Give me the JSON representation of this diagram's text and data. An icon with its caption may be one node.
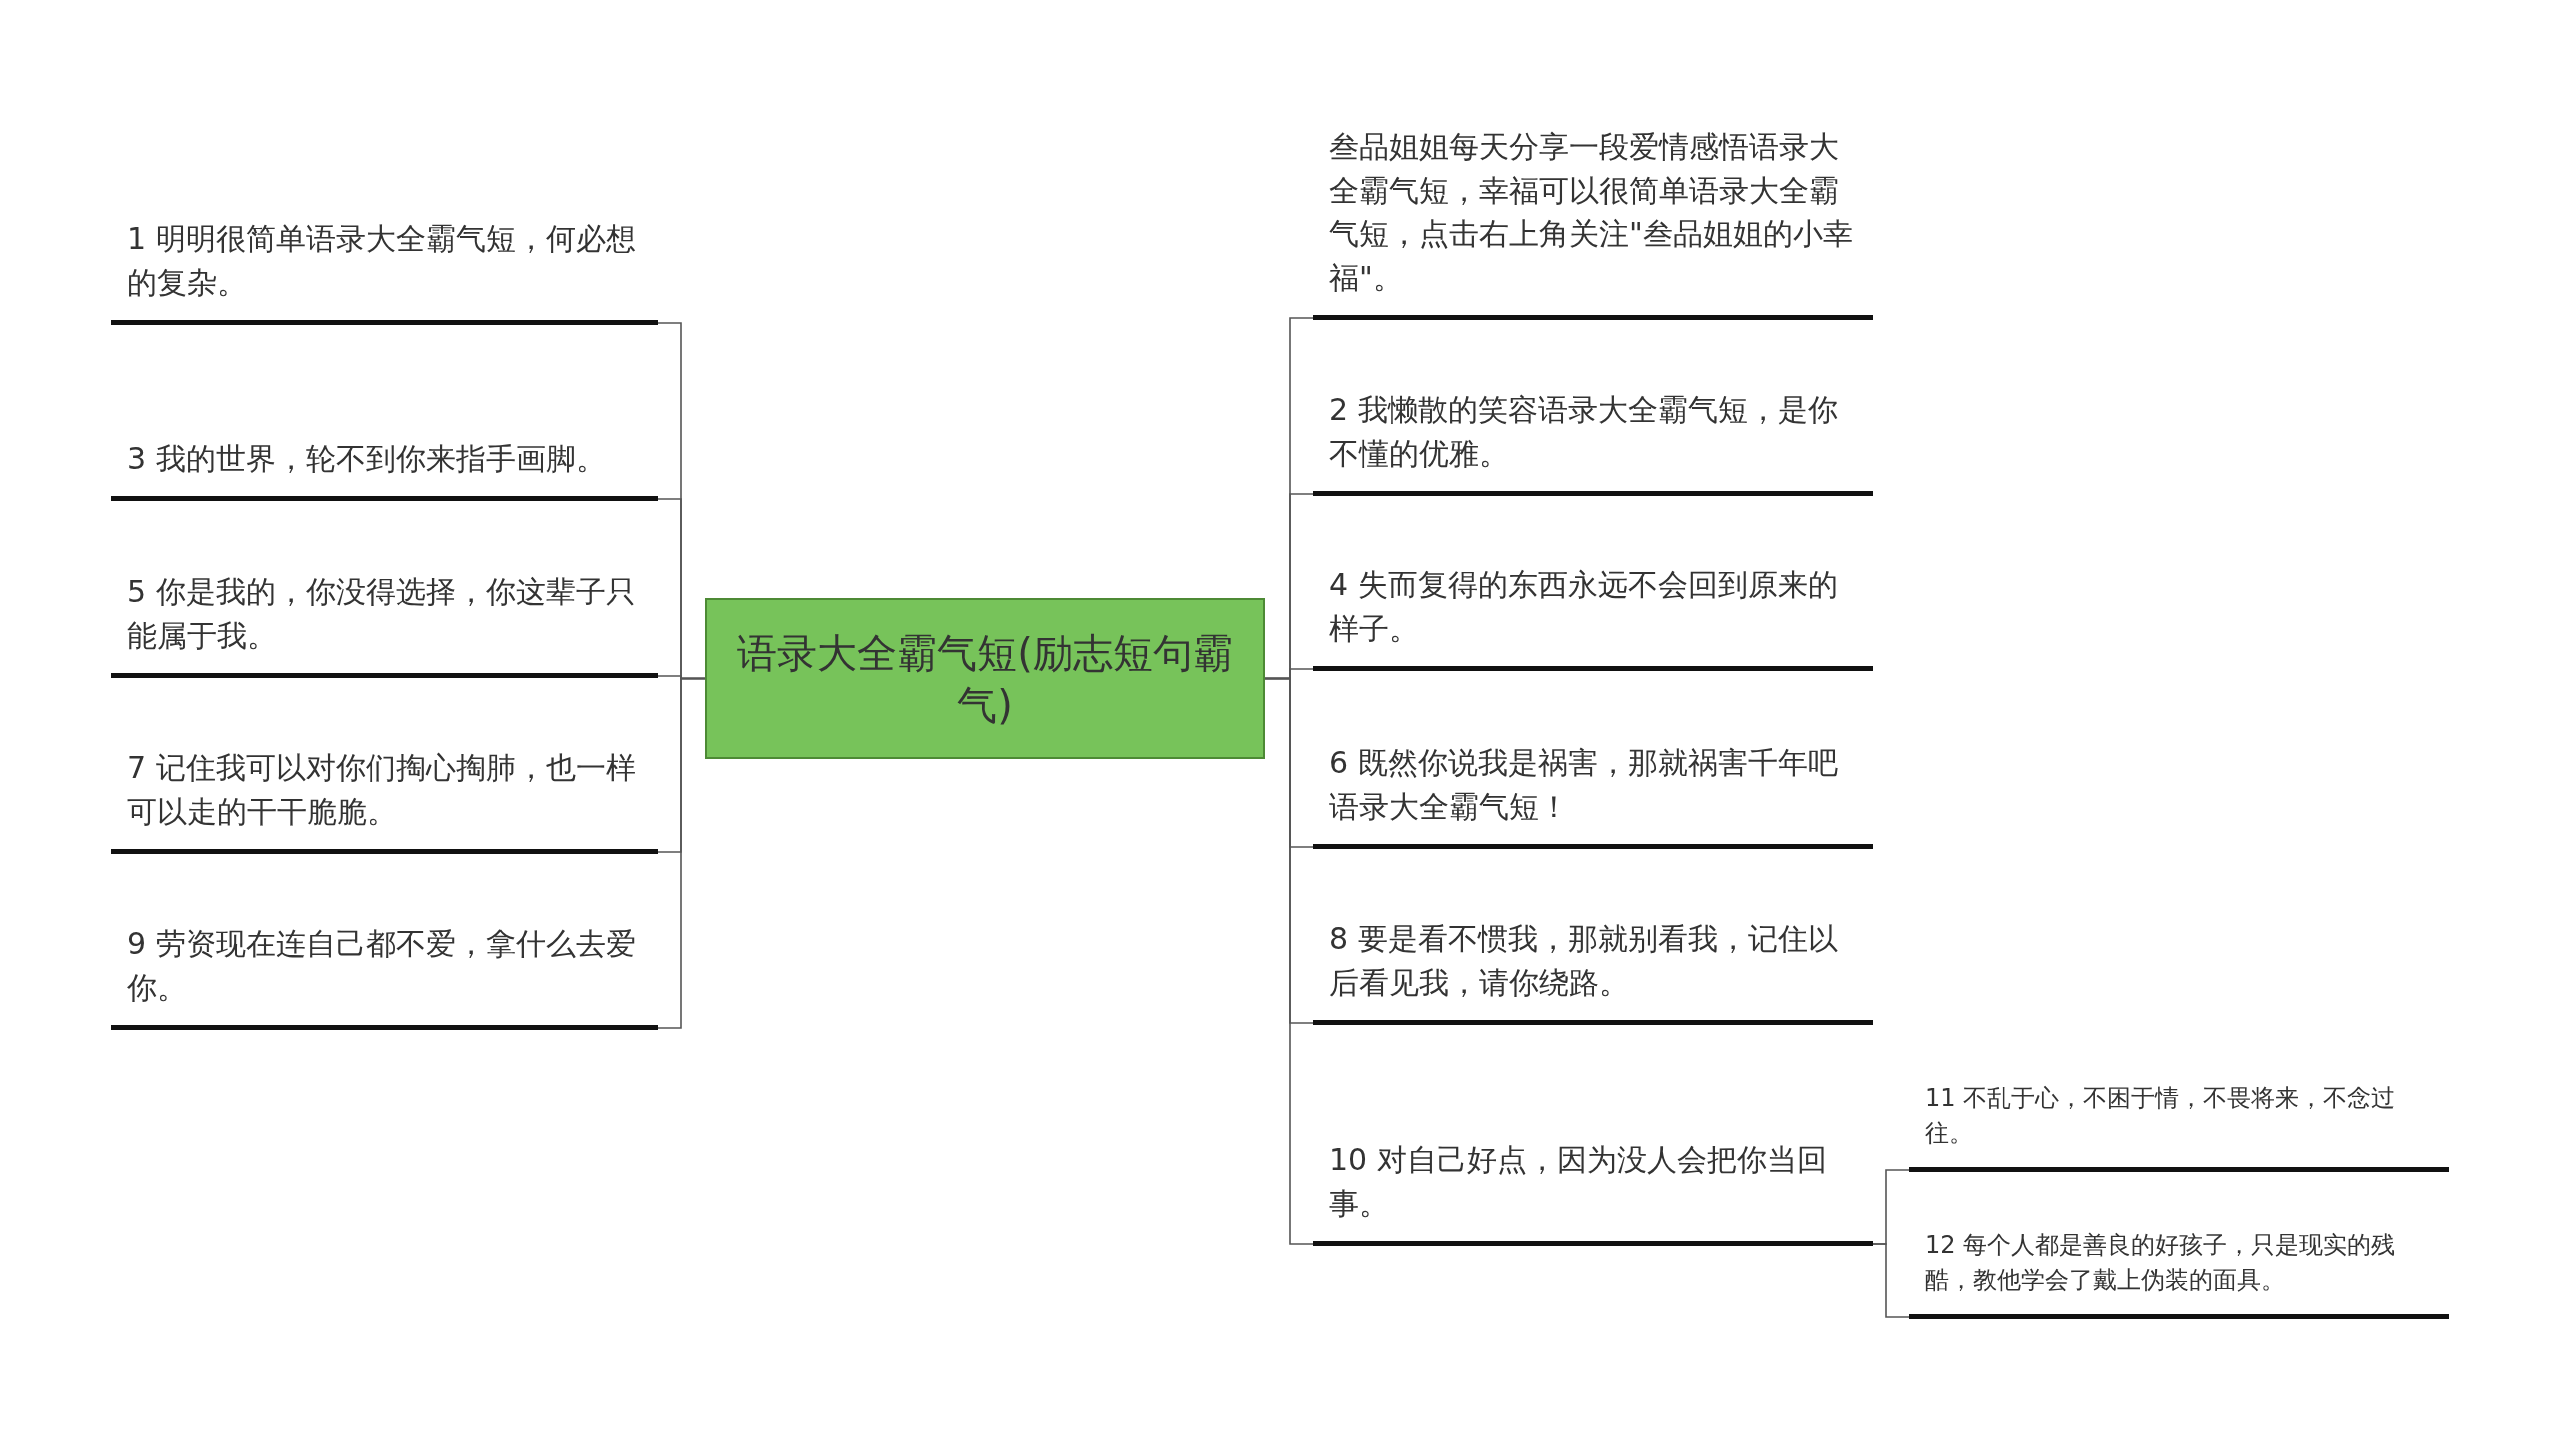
{
  "diagram": {
    "nodes": [
      {
        "text": [
          "语录大全霸气短(励志短句霸气)"
        ]
      },
      {
        "text": [
          "1 明明很简单语录大全霸气短，何必想的复杂。"
        ]
      },
      {
        "text": [
          "3 我的世界，轮不到你来指手画脚。"
        ]
      },
      {
        "text": [
          "5 你是我的，你没得选择，你这辈子只能属于我。"
        ]
      },
      {
        "text": [
          "7 记住我可以对你们掏心掏肺，也一样可以走的干干脆脆。"
        ]
      },
      {
        "text": [
          "9 劳资现在连自己都不爱，拿什么去爱你。"
        ]
      },
      {
        "text": [
          "叁品姐姐每天分享一段爱情感悟语录大全霸气短，幸福可以很简单语录大全霸气短，点击右上角关注\"叁品姐姐的小幸福\"。"
        ]
      },
      {
        "text": [
          "2 我懒散的笑容语录大全霸气短，是你不懂的优雅。"
        ]
      },
      {
        "text": [
          "4 失而复得的东西永远不会回到原来的样子。"
        ]
      },
      {
        "text": [
          "6 既然你说我是祸害，那就祸害千年吧语录大全霸气短！"
        ]
      },
      {
        "text": [
          "8 要是看不惯我，那就别看我，记住以后看见我，请你绕路。"
        ]
      },
      {
        "text": [
          "10 对自己好点，因为没人会把你当回事。"
        ]
      },
      {
        "text": [
          "11 不乱于心，不困于情，不畏将来，不念过往。"
        ]
      },
      {
        "text": [
          "12 每个人都是善良的好孩子，只是现实的残酷，教他学会了戴上伪装的面具。"
        ]
      }
    ],
    "edges": [
      {
        "from": 0,
        "to": 1,
        "arrow": "none"
      },
      {
        "from": 0,
        "to": 2,
        "arrow": "none"
      },
      {
        "from": 0,
        "to": 3,
        "arrow": "none"
      },
      {
        "from": 0,
        "to": 4,
        "arrow": "none"
      },
      {
        "from": 0,
        "to": 5,
        "arrow": "none"
      },
      {
        "from": 0,
        "to": 6,
        "arrow": "none"
      },
      {
        "from": 0,
        "to": 7,
        "arrow": "none"
      },
      {
        "from": 0,
        "to": 8,
        "arrow": "none"
      },
      {
        "from": 0,
        "to": 9,
        "arrow": "none"
      },
      {
        "from": 0,
        "to": 10,
        "arrow": "none"
      },
      {
        "from": 0,
        "to": 11,
        "arrow": "none"
      },
      {
        "from": 11,
        "to": 12,
        "arrow": "none"
      },
      {
        "from": 11,
        "to": 13,
        "arrow": "none"
      }
    ]
  }
}
